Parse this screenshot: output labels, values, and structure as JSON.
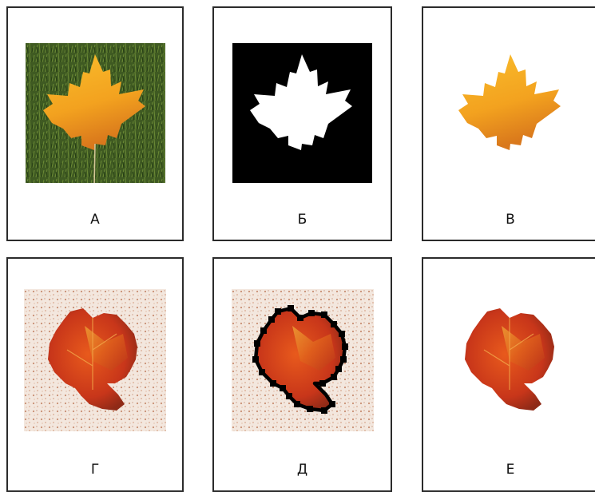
{
  "panels": [
    {
      "label": "А"
    },
    {
      "label": "Б"
    },
    {
      "label": "В"
    },
    {
      "label": "Г"
    },
    {
      "label": "Д"
    },
    {
      "label": "Е"
    }
  ],
  "colors": {
    "maple_leaf": "#f3a21f",
    "maple_leaf_dark": "#d9781c",
    "grass": "#3f5a22",
    "mask_bg": "#000000",
    "mask_leaf": "#ffffff",
    "red_leaf": "#d9481c",
    "red_leaf_highlight": "#f0a42a",
    "sand": "#efe0d6",
    "path_stroke": "#000000"
  }
}
